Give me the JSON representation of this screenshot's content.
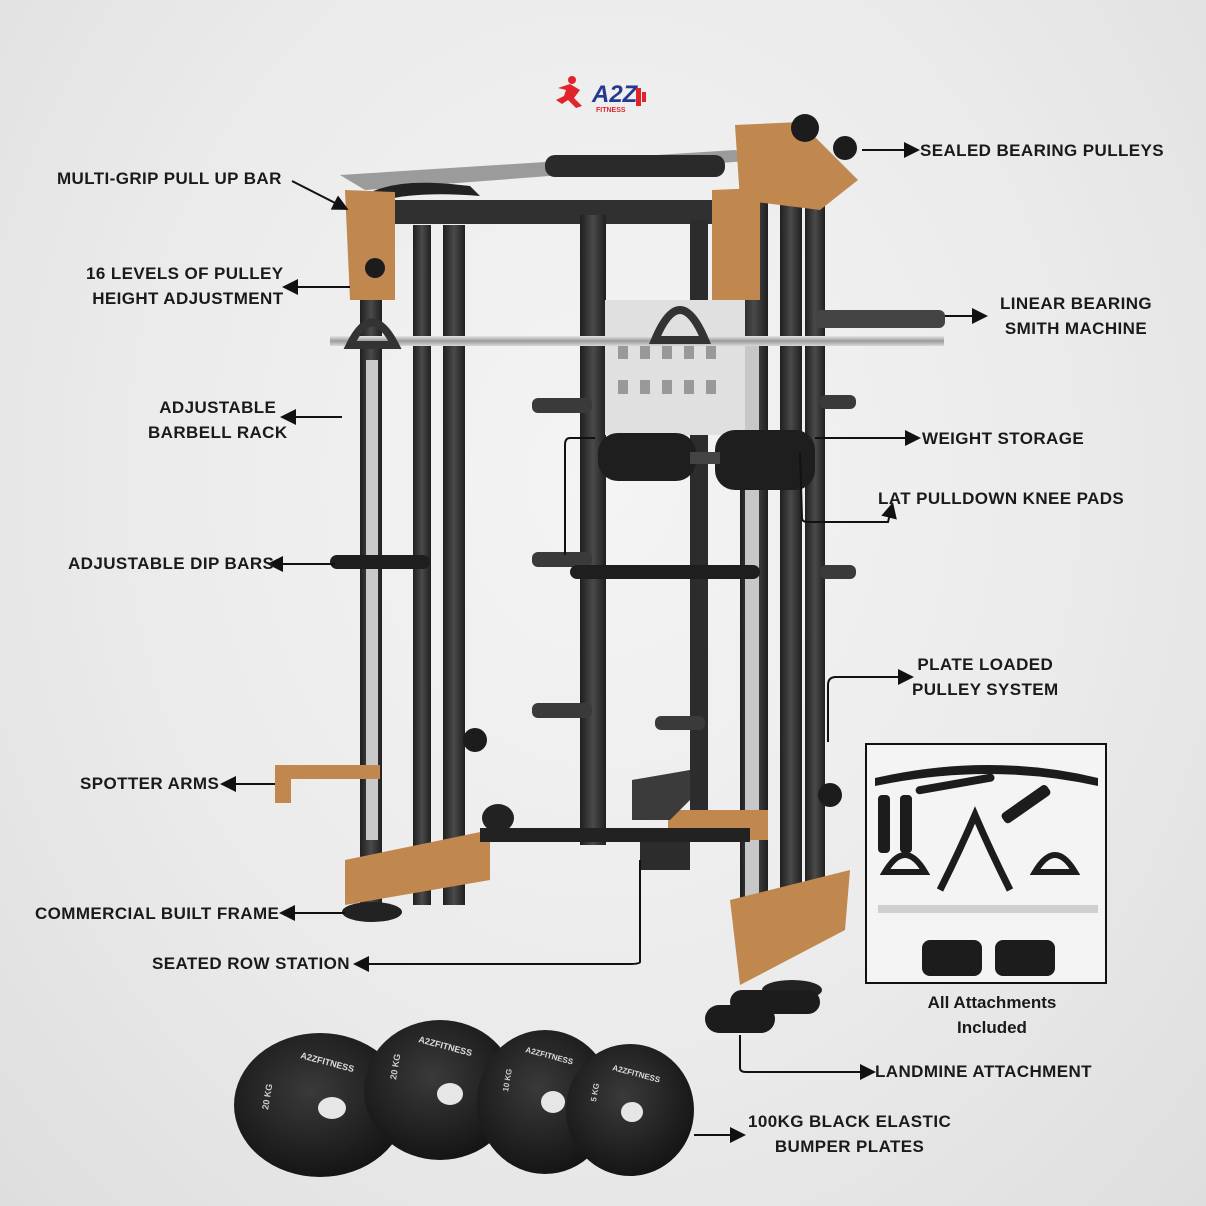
{
  "brand": {
    "logo_text": "A2Z",
    "logo_sub": "FITNESS",
    "colors": {
      "red": "#e0242b",
      "blue": "#243a8f",
      "copper": "#c0874f",
      "frame": "#2b2b2b",
      "text": "#1a1a1a"
    }
  },
  "callouts": {
    "multigrip": "MULTI-GRIP PULL UP BAR",
    "pulley_height": [
      "16 LEVELS OF PULLEY",
      "HEIGHT ADJUSTMENT"
    ],
    "barbell_rack": [
      "ADJUSTABLE",
      "BARBELL RACK"
    ],
    "dip_bars": "ADJUSTABLE DIP BARS",
    "spotter": "SPOTTER ARMS",
    "frame": "COMMERCIAL BUILT FRAME",
    "seated_row": "SEATED ROW STATION",
    "sealed_pulleys": "SEALED BEARING PULLEYS",
    "smith": [
      "LINEAR BEARING",
      "SMITH MACHINE"
    ],
    "weight_storage": "WEIGHT STORAGE",
    "knee_pads": "LAT PULLDOWN KNEE PADS",
    "plate_loaded": [
      "PLATE LOADED",
      "PULLEY SYSTEM"
    ],
    "attachments": [
      "All Attachments",
      "Included"
    ],
    "landmine": "LANDMINE ATTACHMENT",
    "bumper": [
      "100KG BLACK ELASTIC",
      "BUMPER PLATES"
    ]
  },
  "plates": [
    {
      "brand": "A2ZFITNESS",
      "weight": "20 KG"
    },
    {
      "brand": "A2ZFITNESS",
      "weight": "20 KG"
    },
    {
      "brand": "A2ZFITNESS",
      "weight": "10 KG"
    },
    {
      "brand": "A2ZFITNESS",
      "weight": "5 KG"
    }
  ]
}
